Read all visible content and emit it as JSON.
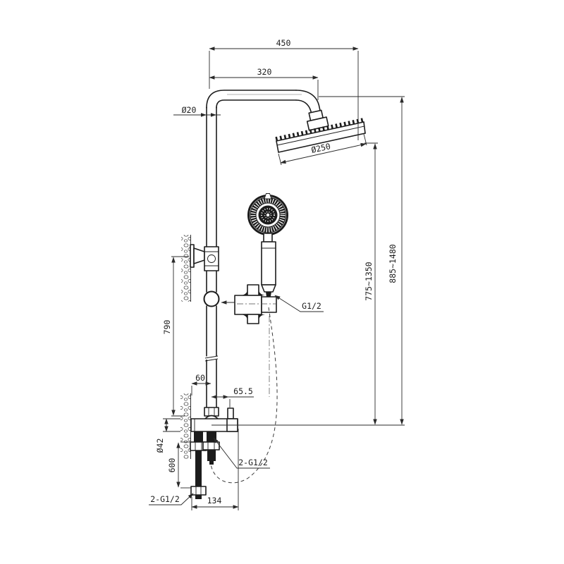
{
  "drawing": {
    "background": "#ffffff",
    "object_line_color": "#1c1c1c",
    "dimension_line_color": "#2a2a2a",
    "dims": {
      "overall_width": "450",
      "arm_reach": "320",
      "riser_pipe_diameter": "Ø20",
      "head_shower_diameter": "Ø250",
      "overall_height_range": "885~1480",
      "head_height_range": "775~1350",
      "riser_length": "790",
      "wall_to_pipe": "60",
      "pipe_to_diverter": "65.5",
      "valve_body_diameter": "Ø42",
      "hose_drop": "600",
      "inlet_connection": "2-G1/2",
      "hose_connection": "2-G1/2",
      "handshower_connection": "G1/2",
      "outlet_spacing": "134"
    }
  }
}
